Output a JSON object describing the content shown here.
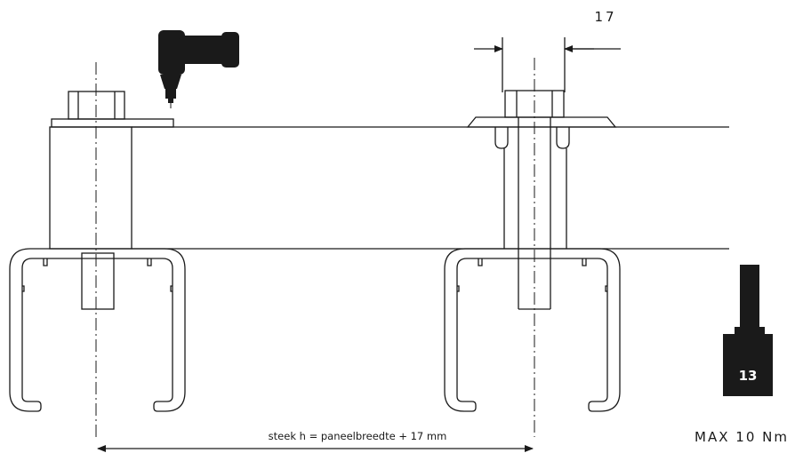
{
  "dimension_label": "17",
  "pitch_label": "steek h = paneelbreedte + 17 mm",
  "socket_label": "13",
  "torque_label": "MAX 10 Nm",
  "colors": {
    "line": "#1a1a1a",
    "tool": "#1a1a1a",
    "socket_fill": "#1a1a1a",
    "socket_text": "#ffffff",
    "background": "#ffffff"
  },
  "icons": [
    "cordless-drill-icon",
    "socket-wrench-icon"
  ]
}
